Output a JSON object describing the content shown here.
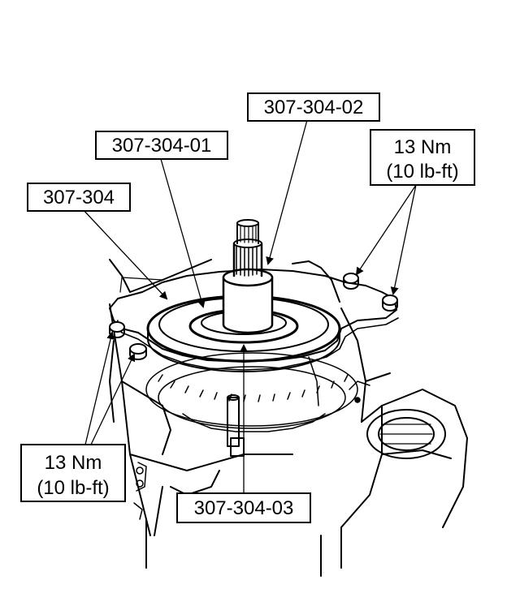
{
  "callouts": {
    "tool_a": "307-304",
    "tool_a1": "307-304-01",
    "tool_a2": "307-304-02",
    "tool_a3": "307-304-03",
    "torque_right_line1": "13 Nm",
    "torque_right_line2": "(10 lb-ft)",
    "torque_left_line1": "13 Nm",
    "torque_left_line2": "(10 lb-ft)"
  }
}
